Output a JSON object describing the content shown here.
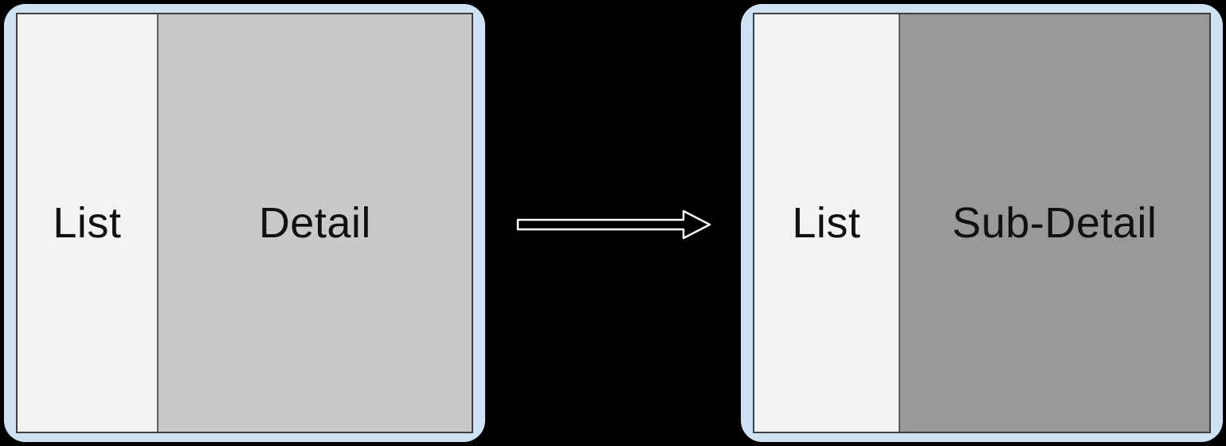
{
  "diagram": {
    "background_color": "#000000",
    "panels": [
      {
        "id": "before",
        "frame_color": "#cfe2f3",
        "outline_color": "#404040",
        "sections": [
          {
            "label": "List",
            "bg_color": "#f3f3f3"
          },
          {
            "label": "Detail",
            "bg_color": "#c9c9c9"
          }
        ]
      },
      {
        "id": "after",
        "frame_color": "#cfe2f3",
        "outline_color": "#404040",
        "sections": [
          {
            "label": "List",
            "bg_color": "#f3f3f3"
          },
          {
            "label": "Sub-Detail",
            "bg_color": "#999999"
          }
        ]
      }
    ],
    "arrow": {
      "icon": "arrow-right-icon",
      "stroke_color": "#ffffff",
      "fill_color": "#000000"
    }
  }
}
